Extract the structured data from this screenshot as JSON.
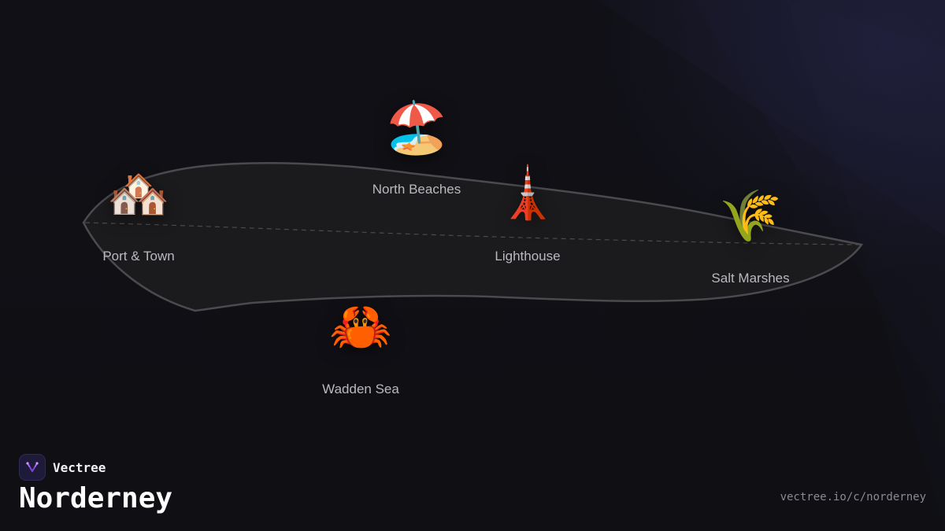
{
  "brand": {
    "name": "Vectree",
    "accent_color": "#b26bff"
  },
  "map": {
    "title": "Norderney",
    "url": "vectree.io/c/norderney",
    "island_fill": "#1b1b1d",
    "island_stroke": "#4a4a4f"
  },
  "places": [
    {
      "id": "port-town",
      "label": "Port & Town",
      "icon": "houses-icon",
      "glyph": "🏘️"
    },
    {
      "id": "north-beaches",
      "label": "North Beaches",
      "icon": "beach-umbrella-icon",
      "glyph": "🏖️"
    },
    {
      "id": "lighthouse",
      "label": "Lighthouse",
      "icon": "lighthouse-tower-icon",
      "glyph": "🗼"
    },
    {
      "id": "salt-marshes",
      "label": "Salt Marshes",
      "icon": "wheat-sheaf-icon",
      "glyph": "🌾"
    },
    {
      "id": "wadden-sea",
      "label": "Wadden Sea",
      "icon": "crab-icon",
      "glyph": "🦀"
    }
  ]
}
